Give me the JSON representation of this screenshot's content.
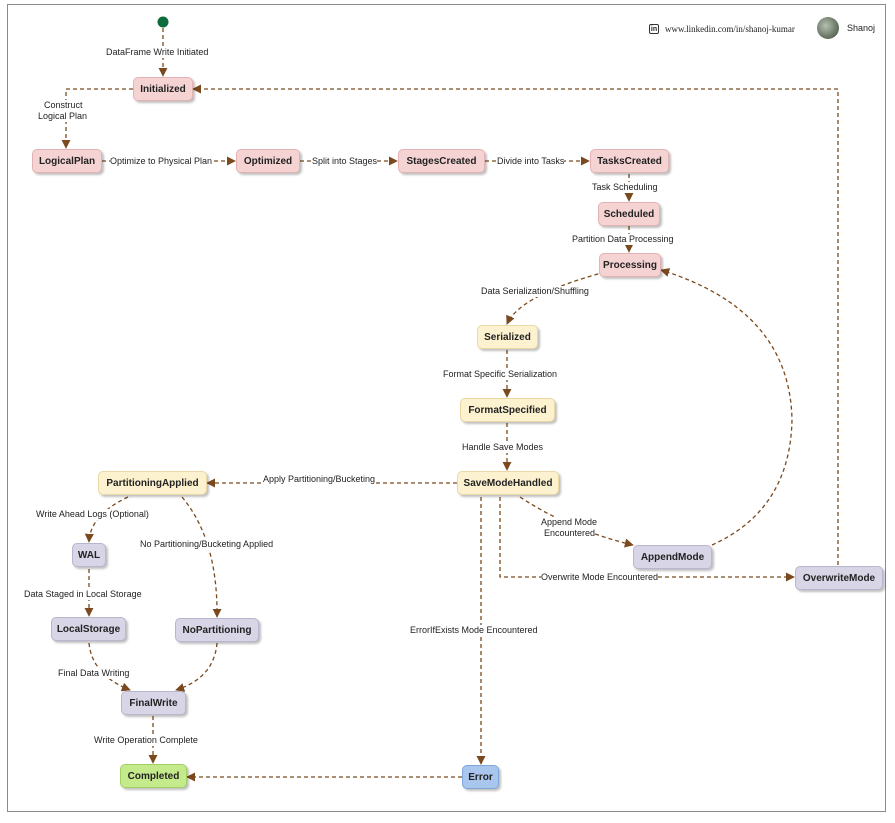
{
  "header": {
    "linkedin_icon": "in",
    "linkedin_url": "www.linkedin.com/in/shanoj-kumar",
    "author_name": "Shanoj"
  },
  "states": {
    "initialized": "Initialized",
    "logical_plan": "LogicalPlan",
    "optimized": "Optimized",
    "stages_created": "StagesCreated",
    "tasks_created": "TasksCreated",
    "scheduled": "Scheduled",
    "processing": "Processing",
    "serialized": "Serialized",
    "format_specified": "FormatSpecified",
    "save_mode_handled": "SaveModeHandled",
    "partitioning_applied": "PartitioningApplied",
    "wal": "WAL",
    "local_storage": "LocalStorage",
    "no_partitioning": "NoPartitioning",
    "final_write": "FinalWrite",
    "completed": "Completed",
    "append_mode": "AppendMode",
    "overwrite_mode": "OverwriteMode",
    "error": "Error"
  },
  "transitions": {
    "start": "DataFrame Write Initiated",
    "construct_1": "Construct",
    "construct_2": "Logical Plan",
    "optimize": "Optimize to Physical Plan",
    "split": "Split into Stages",
    "divide": "Divide into Tasks",
    "task_scheduling": "Task Scheduling",
    "partition_processing": "Partition Data Processing",
    "serialization": "Data Serialization/Shuffling",
    "format_serialization": "Format Specific Serialization",
    "handle_save": "Handle Save Modes",
    "apply_partitioning": "Apply Partitioning/Bucketing",
    "wal_optional": "Write Ahead Logs (Optional)",
    "no_partitioning_applied": "No Partitioning/Bucketing Applied",
    "staged_local": "Data Staged in Local Storage",
    "final_writing": "Final Data Writing",
    "write_complete": "Write Operation Complete",
    "append_1": "Append Mode",
    "append_2": "Encountered",
    "overwrite": "Overwrite Mode Encountered",
    "error_if_exists": "ErrorIfExists Mode Encountered"
  },
  "colors": {
    "arrow": "#7a4a1e",
    "start_dot": "#0e6b3c",
    "pink": "#f6d3d3",
    "yellow": "#fdf2cf",
    "lavender": "#d7d5e6",
    "green": "#c5ea8c",
    "blue": "#a9c6ee"
  }
}
